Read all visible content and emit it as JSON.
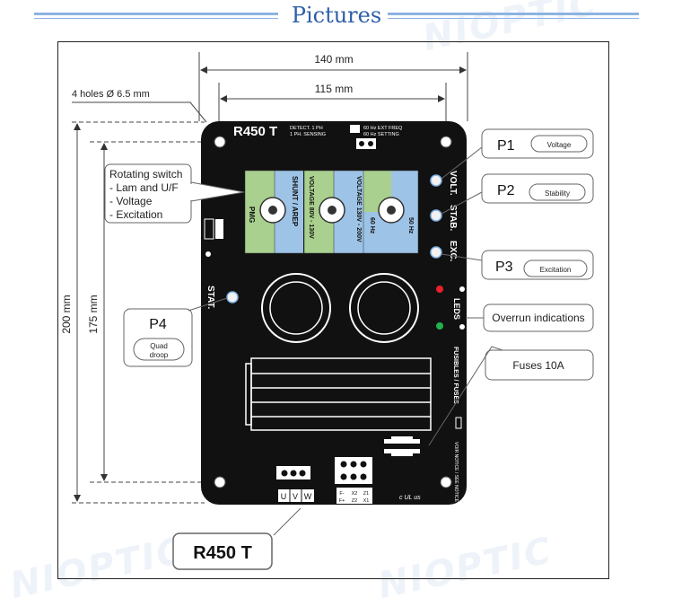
{
  "header": {
    "title": "Pictures"
  },
  "watermark": {
    "text": "NIOPTIC"
  },
  "dimensions": {
    "width_total": "140 mm",
    "width_holes": "115 mm",
    "height_total": "200 mm",
    "height_holes": "175 mm",
    "holes_note": "4 holes Ø 6.5 mm"
  },
  "board": {
    "model": "R450 T",
    "detect_line1": "DETECT. 1 PH",
    "detect_line2": "1 PH. SENSING",
    "freq_line1": "60 Hz  EXT FREQ",
    "freq_line2": "60 Hz  SETTING",
    "label_volt": "VOLT.",
    "label_stab": "STAB.",
    "label_exc": "EXC.",
    "label_stat": "STAT.",
    "label_leds": "LEDS",
    "label_fuses": "FUSIBLES / FUSES",
    "label_voir": "VOIR NOTICE / SEE NOTICE",
    "label_pmg": "PMG",
    "label_shunt": "SHUNT / AREP",
    "label_volt_range": "VOLTAGE 80V - 130V",
    "label_volt_range2": "VOLTAGE 130V - 200V",
    "label_hz50": "50 Hz",
    "label_hz60": "60 Hz",
    "terminals_uvw": [
      "U",
      "V",
      "W"
    ],
    "terminals_f": [
      "F-",
      "X2",
      "Z1",
      "F+",
      "Z2",
      "X1"
    ],
    "ul_mark": "c UL us"
  },
  "callouts": {
    "rotating_title": "Rotating switch",
    "rotating_items": [
      "- Lam and U/F",
      "- Voltage",
      "- Excitation"
    ],
    "p1": "P1",
    "p1_sub": "Voltage",
    "p2": "P2",
    "p2_sub": "Stability",
    "p3": "P3",
    "p3_sub": "Excitation",
    "p4": "P4",
    "p4_sub1": "Quad",
    "p4_sub2": "droop",
    "overrun": "Overrun indications",
    "fuses": "Fuses 10A",
    "model_label": "R450 T"
  },
  "colors": {
    "title": "#2e5fa8",
    "board": "#111111",
    "green_panel": "#a9d08e",
    "blue_panel": "#9dc3e6",
    "led_red": "#e8202a",
    "led_green": "#22b24c"
  }
}
